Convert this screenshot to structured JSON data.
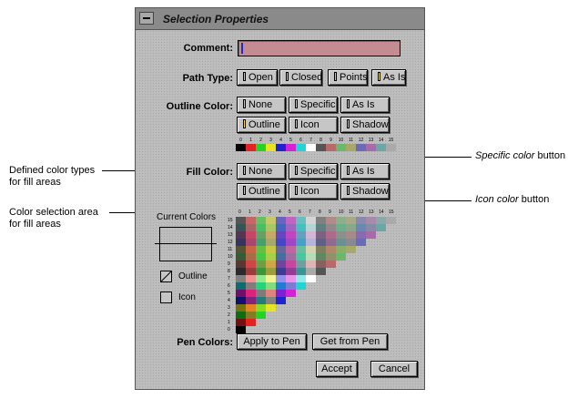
{
  "window": {
    "title": "Selection Properties"
  },
  "comment": {
    "label": "Comment:",
    "value": ""
  },
  "path_type": {
    "label": "Path Type:",
    "buttons": [
      "Open",
      "Closed",
      "Points",
      "As Is"
    ]
  },
  "outline_color": {
    "label": "Outline Color:",
    "buttons": [
      "None",
      "Specific",
      "As Is",
      "Outline",
      "Icon",
      "Shadow"
    ]
  },
  "palette": {
    "numbers": [
      "0",
      "1",
      "2",
      "3",
      "4",
      "5",
      "6",
      "7",
      "8",
      "9",
      "10",
      "11",
      "12",
      "13",
      "14",
      "15"
    ],
    "colors": [
      "#000000",
      "#e52222",
      "#22d522",
      "#e5e522",
      "#2222d5",
      "#d522d5",
      "#22d5d5",
      "#ffffff",
      "#555555",
      "#b86a6a",
      "#6ab86a",
      "#a8a86a",
      "#6a6ab8",
      "#a86aa8",
      "#6aa8a8",
      "#aaaaaa"
    ]
  },
  "fill_color": {
    "label": "Fill Color:",
    "buttons": [
      "None",
      "Specific",
      "As Is",
      "Outline",
      "Icon",
      "Shadow"
    ]
  },
  "current_colors": {
    "title": "Current Colors",
    "outline_label": "Outline",
    "icon_label": "Icon"
  },
  "pen_colors": {
    "label": "Pen Colors:",
    "apply": "Apply to Pen",
    "get": "Get from Pen"
  },
  "actions": {
    "accept": "Accept",
    "cancel": "Cancel"
  },
  "callouts": {
    "defined_types": [
      "Defined color types",
      "for fill areas"
    ],
    "selection_area": [
      "Color selection area",
      "for fill areas"
    ],
    "specific": {
      "italic": "Specific color",
      "rest": " button"
    },
    "icon": {
      "italic": "Icon color",
      "rest": " button"
    }
  }
}
